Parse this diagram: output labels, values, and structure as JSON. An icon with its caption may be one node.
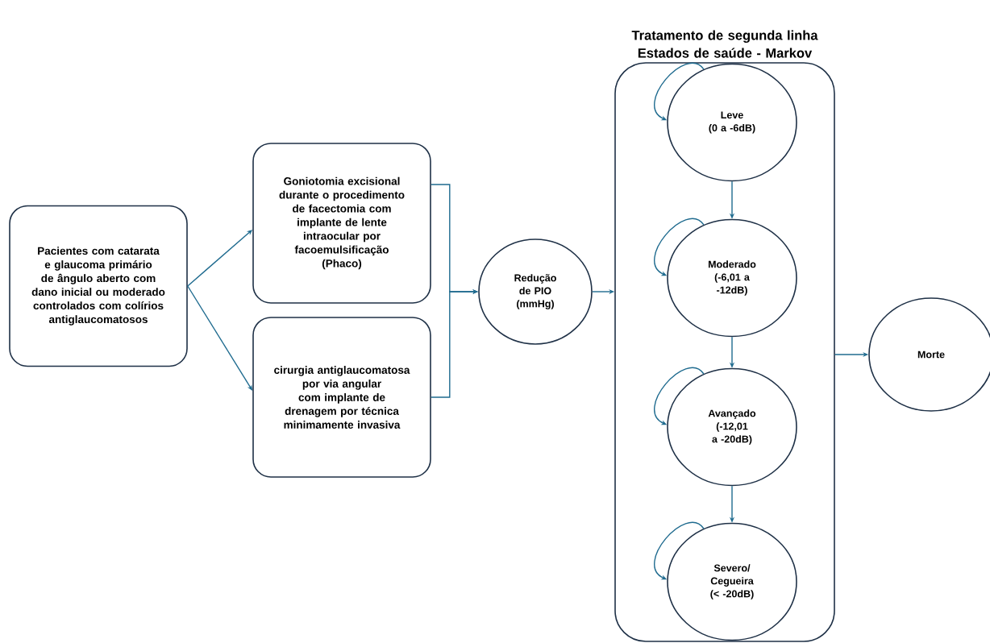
{
  "diagram": {
    "nodes": [
      {
        "text": [
          "Pacientes com catarata e glaucoma primário de ângulo aberto com dano inicial ou moderado controlados com colírios antiglaucomatosos"
        ]
      },
      {
        "text": [
          "Goniotomia excisional durante o procedimento de facectomia com implante de lente intraocular por facoemulsificação (Phaco)"
        ]
      },
      {
        "text": [
          "cirurgia antiglaucomatosa por via angular com implante de drenagem por técnica minimamente invasiva"
        ]
      },
      {
        "text": [
          "Redução de PIO (mmHg)"
        ]
      },
      {
        "text": [
          "Tratamento de segunda linha Estados de saúde - Markov"
        ]
      },
      {
        "text": [
          "Leve",
          "(0 a -6dB)"
        ],
        "in": 4
      },
      {
        "text": [
          "Moderado",
          "(-6,01 a -12dB)"
        ],
        "in": 4
      },
      {
        "text": [
          "Avançado",
          "(-12,01 a -20dB)"
        ],
        "in": 4
      },
      {
        "text": [
          "Severo/ Cegueira",
          "(< -20dB)"
        ],
        "in": 4
      },
      {
        "text": [
          "Morte"
        ]
      }
    ],
    "edges": [
      {
        "from": 0,
        "to": 1,
        "arrow": "to"
      },
      {
        "from": 0,
        "to": 2,
        "arrow": "to"
      },
      {
        "from": 1,
        "to": 3,
        "arrow": "to"
      },
      {
        "from": 2,
        "to": 3,
        "arrow": "to"
      },
      {
        "from": 3,
        "to": 4,
        "arrow": "to"
      },
      {
        "from": 5,
        "to": 5,
        "arrow": "to"
      },
      {
        "from": 5,
        "to": 6,
        "arrow": "to"
      },
      {
        "from": 6,
        "to": 6,
        "arrow": "to"
      },
      {
        "from": 6,
        "to": 7,
        "arrow": "to"
      },
      {
        "from": 7,
        "to": 7,
        "arrow": "to"
      },
      {
        "from": 7,
        "to": 8,
        "arrow": "to"
      },
      {
        "from": 8,
        "to": 8,
        "arrow": "to"
      },
      {
        "from": 4,
        "to": 9,
        "arrow": "to"
      }
    ]
  }
}
